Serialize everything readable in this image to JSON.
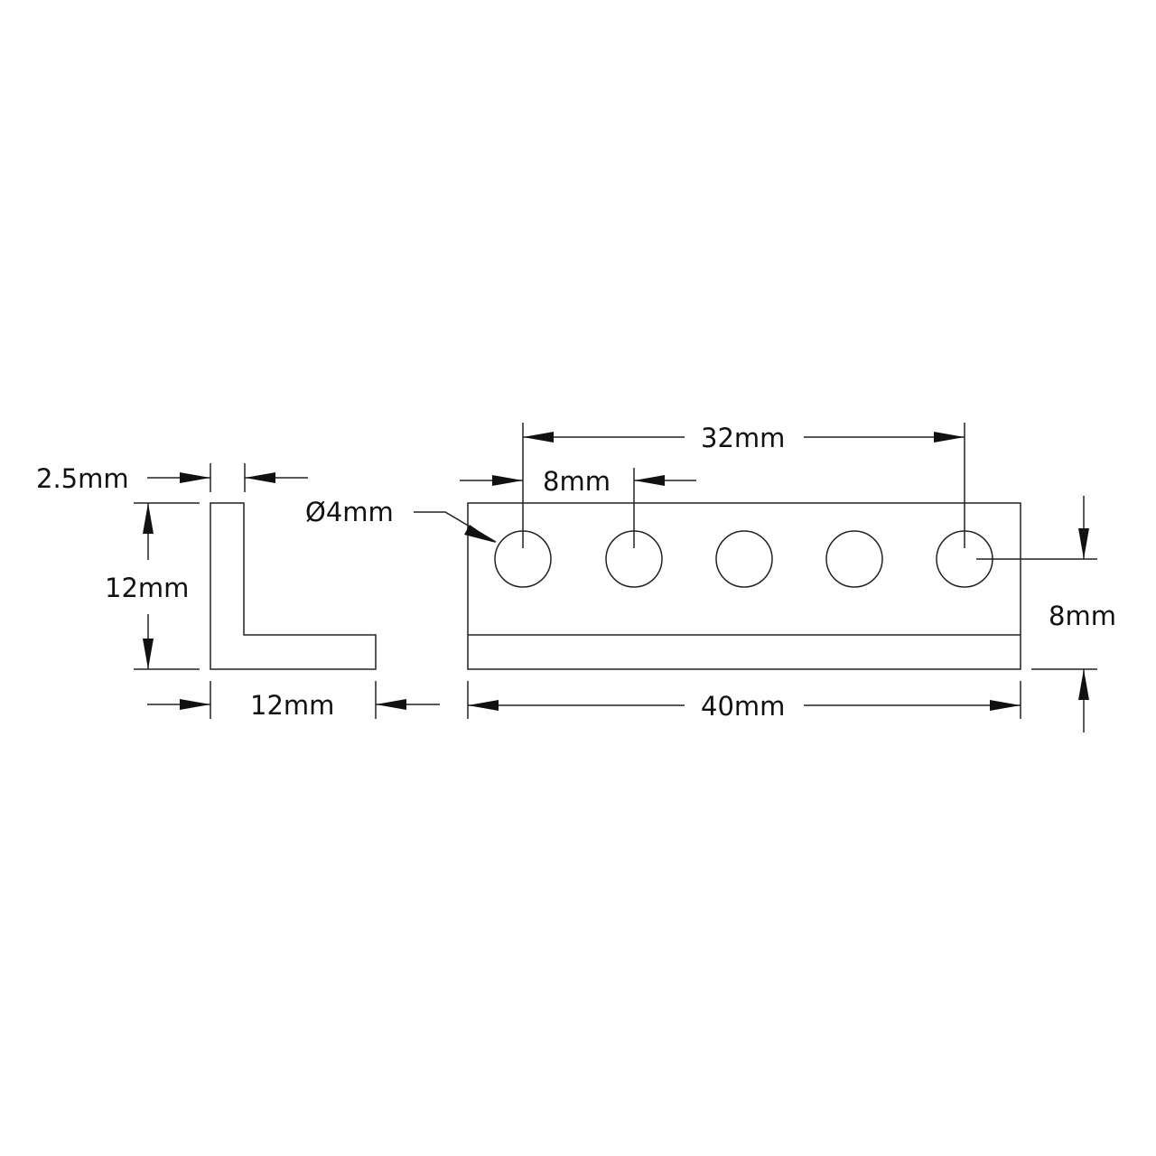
{
  "drawing": {
    "colors": {
      "line": "#222222",
      "text": "#111111",
      "background": "#ffffff"
    },
    "side_view": {
      "thickness_label": "2.5mm",
      "height_label": "12mm",
      "width_label": "12mm"
    },
    "front_view": {
      "hole_diameter_label": "Ø4mm",
      "hole_spacing_label": "8mm",
      "hole_span_label": "32mm",
      "overall_length_label": "40mm",
      "hole_height_label": "8mm",
      "hole_count": 5
    }
  }
}
